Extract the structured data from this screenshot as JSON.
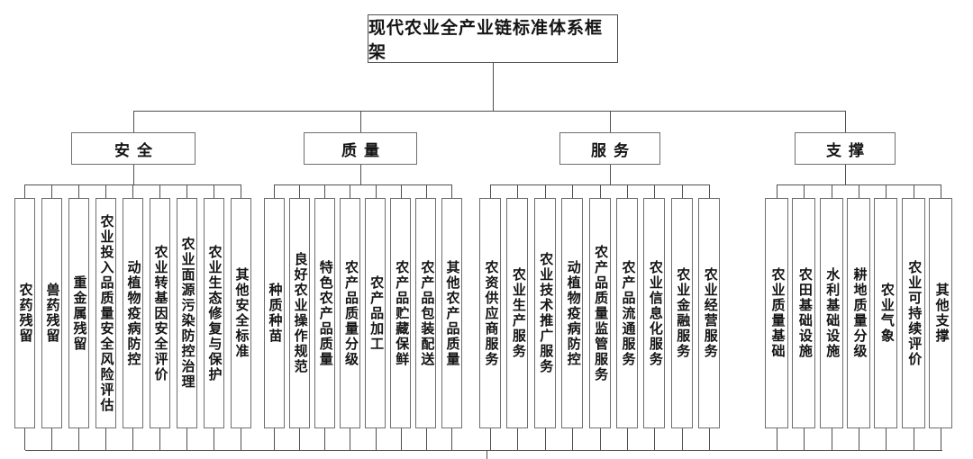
{
  "title": "现代农业全产业链标准体系框架",
  "branches": [
    {
      "label": "安全",
      "items": [
        "农药残留",
        "兽药残留",
        "重金属残留",
        "农业投入品质量安全风险评估",
        "动植物疫病防控",
        "农业转基因安全评价",
        "农业面源污染防控治理",
        "农业生态修复与保护",
        "其他安全标准"
      ]
    },
    {
      "label": "质量",
      "items": [
        "种质种苗",
        "良好农业操作规范",
        "特色农产品质量",
        "农产品质量分级",
        "农产品加工",
        "农产品贮藏保鲜",
        "农产品包装配送",
        "其他农产品质量"
      ]
    },
    {
      "label": "服务",
      "items": [
        "农资供应商服务",
        "农业生产服务",
        "农业技术推广服务",
        "动植物疫病防控",
        "农产品质量监管服务",
        "农产品流通服务",
        "农业信息化服务",
        "农业金融服务",
        "农业经营服务"
      ]
    },
    {
      "label": "支撑",
      "items": [
        "农业质量基础",
        "农田基础设施",
        "水利基础设施",
        "耕地质量分级",
        "农业气象",
        "农业可持续评价",
        "其他支撑"
      ]
    }
  ],
  "colors": {
    "line": "#4f4f4f",
    "border": "#6e6e6e",
    "text": "#141414",
    "background": "#ffffff"
  }
}
